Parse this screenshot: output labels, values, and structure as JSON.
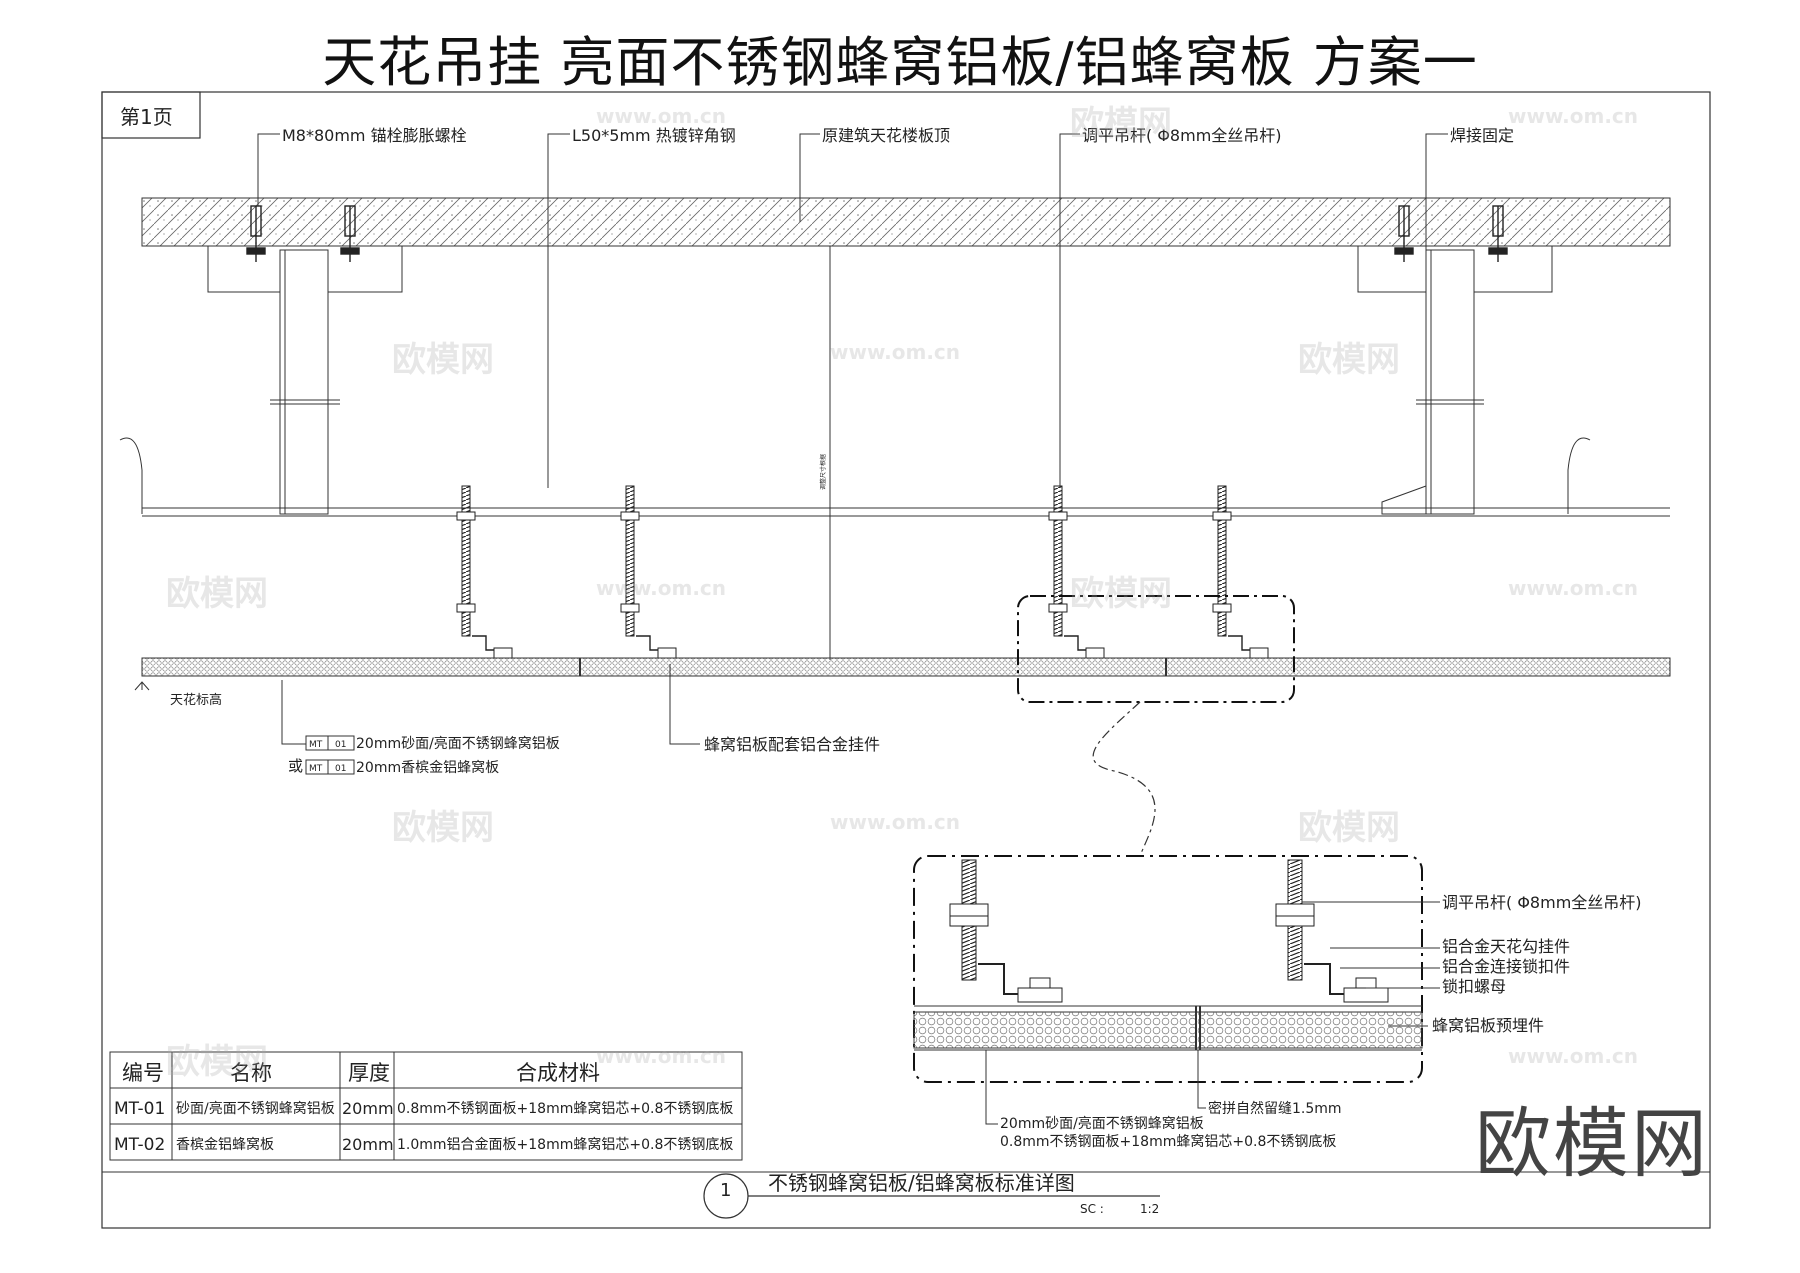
{
  "title": "天花吊挂    亮面不锈钢蜂窝铝板/铝蜂窝板 方案一",
  "page_tag": "第1页",
  "watermark": {
    "cn": "欧模网",
    "url": "www.om.cn"
  },
  "brand_mark": "欧模网",
  "callouts_top": [
    "M8*80mm 锚栓膨胀螺栓",
    "L50*5mm 热镀锌角钢",
    "原建筑天花楼板顶",
    "调平吊杆( Φ8mm全丝吊杆)",
    "焊接固定"
  ],
  "ceiling_level": "天花标高",
  "vertical_note": "调整尺寸根据",
  "material_refs": [
    {
      "tag": "MT",
      "num": "01",
      "desc": "20mm砂面/亮面不锈钢蜂窝铝板"
    },
    {
      "tag": "MT",
      "num": "01",
      "desc": "20mm香槟金铝蜂窝板"
    }
  ],
  "or_label": "或",
  "hanger_note": "蜂窝铝板配套铝合金挂件",
  "detail_callouts": [
    "调平吊杆( Φ8mm全丝吊杆)",
    "铝合金天花勾挂件",
    "铝合金连接锁扣件",
    "锁扣螺母",
    "蜂窝铝板预埋件"
  ],
  "detail_bottom": {
    "seam": "密拼自然留缝1.5mm",
    "line1": "20mm砂面/亮面不锈钢蜂窝铝板",
    "line2": "0.8mm不锈钢面板+18mm蜂窝铝芯+0.8不锈钢底板"
  },
  "table": {
    "headers": [
      "编号",
      "名称",
      "厚度",
      "合成材料"
    ],
    "rows": [
      [
        "MT-01",
        "砂面/亮面不锈钢蜂窝铝板",
        "20mm",
        "0.8mm不锈钢面板+18mm蜂窝铝芯+0.8不锈钢底板"
      ],
      [
        "MT-02",
        "香槟金铝蜂窝板",
        "20mm",
        "1.0mm铝合金面板+18mm蜂窝铝芯+0.8不锈钢底板"
      ]
    ]
  },
  "title_block": {
    "number": "1",
    "name": "不锈钢蜂窝铝板/铝蜂窝板标准详图",
    "scale_label": "SC :",
    "scale_value": "1:2"
  }
}
